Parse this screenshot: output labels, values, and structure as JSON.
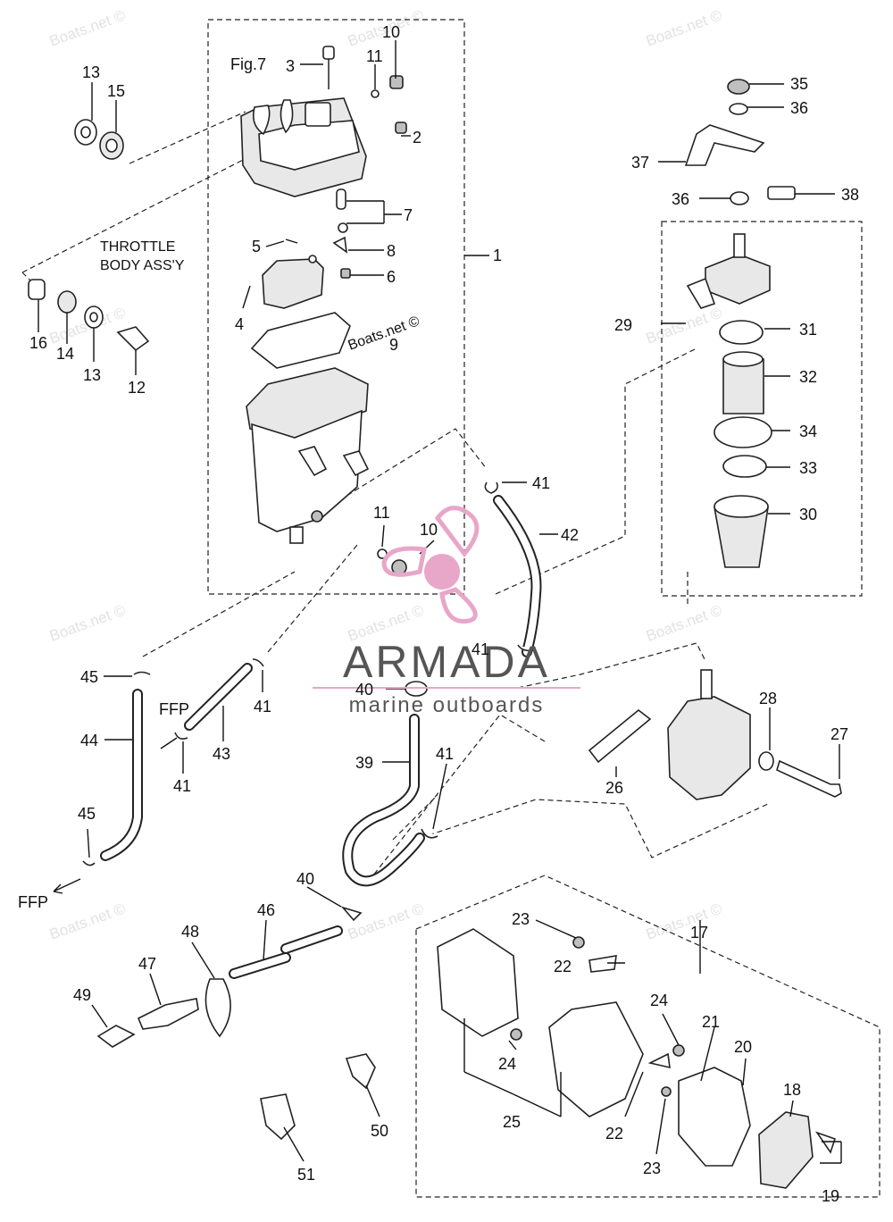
{
  "watermark": {
    "text": "Boats.net ©"
  },
  "brand": {
    "name": "ARMADA",
    "tagline": "marine outboards",
    "accent_color": "#e8a6c8",
    "text_color": "#555555"
  },
  "annotations": {
    "fig_ref": "Fig.7",
    "throttle_line1": "THROTTLE",
    "throttle_line2": "BODY ASS'Y",
    "ffp": "FFP"
  },
  "labels": {
    "p1": "1",
    "p2": "2",
    "p3": "3",
    "p4": "4",
    "p5": "5",
    "p6": "6",
    "p7": "7",
    "p8": "8",
    "p9": "9",
    "p10": "10",
    "p11": "11",
    "p12": "12",
    "p13": "13",
    "p14": "14",
    "p15": "15",
    "p16": "16",
    "p17": "17",
    "p18": "18",
    "p19": "19",
    "p20": "20",
    "p21": "21",
    "p22": "22",
    "p23": "23",
    "p24": "24",
    "p25": "25",
    "p26": "26",
    "p27": "27",
    "p28": "28",
    "p29": "29",
    "p30": "30",
    "p31": "31",
    "p32": "32",
    "p33": "33",
    "p34": "34",
    "p35": "35",
    "p36": "36",
    "p37": "37",
    "p38": "38",
    "p39": "39",
    "p40": "40",
    "p41": "41",
    "p42": "42",
    "p43": "43",
    "p44": "44",
    "p45": "45",
    "p46": "46",
    "p47": "47",
    "p48": "48",
    "p49": "49",
    "p50": "50",
    "p51": "51"
  }
}
